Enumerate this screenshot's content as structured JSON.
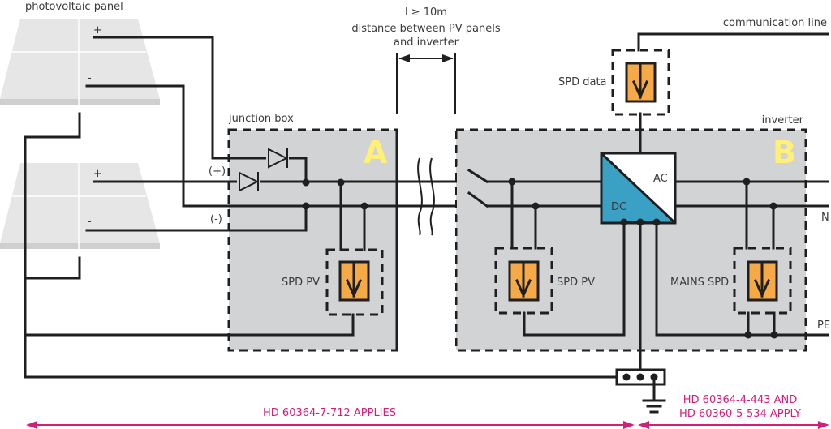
{
  "labels": {
    "photovoltaic_panel": "photovoltaic panel",
    "panel_plus": "+",
    "panel_minus": "-",
    "junction_box": "junction box",
    "junction_box_letter": "A",
    "inverter": "inverter",
    "inverter_letter": "B",
    "plus_terminal": "(+)",
    "minus_terminal": "(-)",
    "distance_line1": "l ≥ 10m",
    "distance_line2": "distance between PV panels",
    "distance_line3": "and inverter",
    "communication_line": "communication line",
    "spd_data": "SPD data",
    "spd_pv_a": "SPD PV",
    "spd_pv_b": "SPD PV",
    "mains_spd": "MAINS SPD",
    "ac": "AC",
    "dc": "DC",
    "n": "N",
    "pe": "PE",
    "standard_left": "HD 60364-7-712 APPLIES",
    "standard_right_line1": "HD 60364-4-443 AND",
    "standard_right_line2": "HD 60360-5-534 APPLY"
  },
  "colors": {
    "box_fill": "#d1d3d5",
    "spd_fill": "#f5a947",
    "dc_fill": "#3aa0c4",
    "letter": "#fff176",
    "standard": "#d21f7a"
  }
}
